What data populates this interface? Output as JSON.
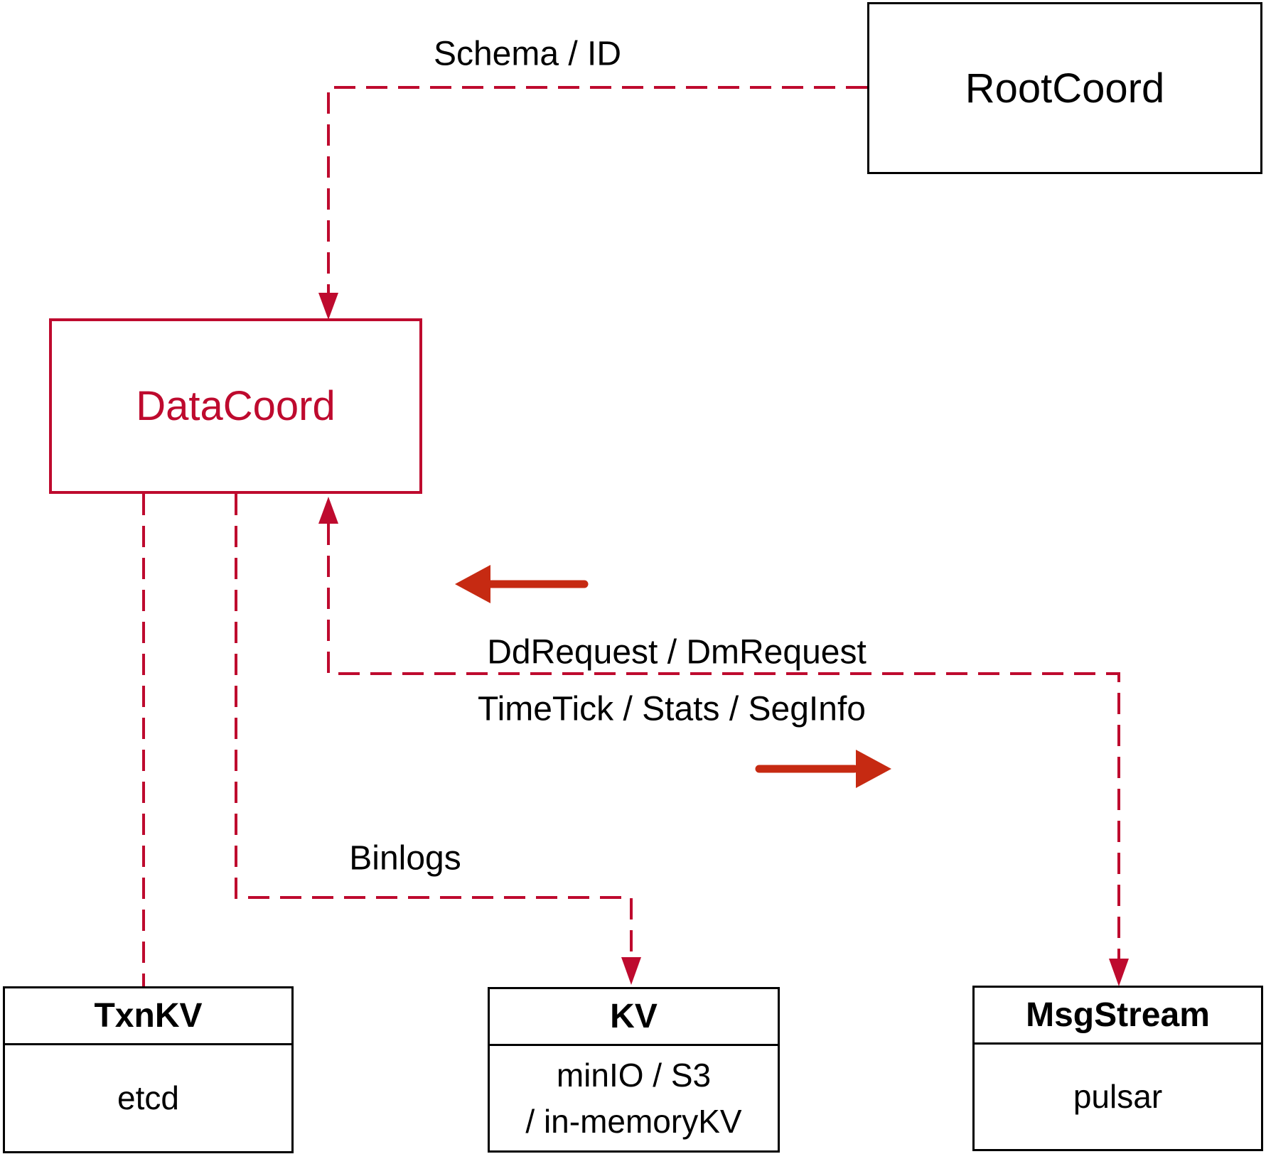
{
  "title": "DataCoord architecture diagram",
  "colors": {
    "dashed_line": "#BE0A2E",
    "solid_arrow": "#C62A12",
    "box_border": "#000000",
    "datacoord_accent": "#BE0A2E",
    "text": "#000000",
    "background": "#FFFFFF"
  },
  "nodes": {
    "rootcoord": {
      "label": "RootCoord"
    },
    "datacoord": {
      "label": "DataCoord"
    },
    "txnkv": {
      "header": "TxnKV",
      "body": "etcd"
    },
    "kv": {
      "header": "KV",
      "body_line1": "minIO / S3",
      "body_line2": "/ in-memoryKV"
    },
    "msgstream": {
      "header": "MsgStream",
      "body": "pulsar"
    }
  },
  "edges": {
    "schema_id_label": "Schema / ID",
    "ddrequest_label": "DdRequest / DmRequest",
    "timetick_label": "TimeTick / Stats / SegInfo",
    "binlogs_label": "Binlogs"
  }
}
